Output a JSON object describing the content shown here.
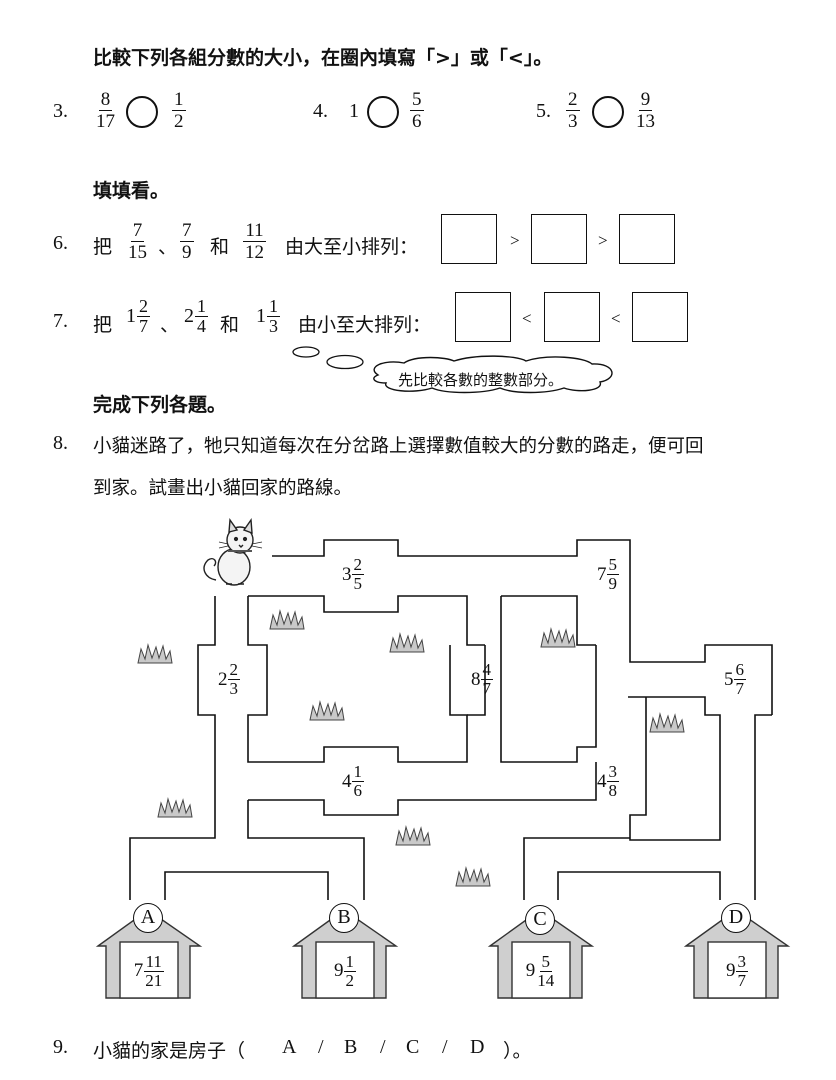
{
  "section1": {
    "title": "比較下列各組分數的大小，在圈內填寫「>」或「<」。",
    "q3": {
      "no": "3.",
      "left_num": "8",
      "left_den": "17",
      "right_num": "1",
      "right_den": "2"
    },
    "q4": {
      "no": "4.",
      "left": "1",
      "right_num": "5",
      "right_den": "6"
    },
    "q5": {
      "no": "5.",
      "left_num": "2",
      "left_den": "3",
      "right_num": "9",
      "right_den": "13"
    }
  },
  "section2": {
    "title": "填填看。",
    "q6": {
      "no": "6.",
      "ba": "把",
      "a_num": "7",
      "a_den": "15",
      "sep": "、",
      "b_num": "7",
      "b_den": "9",
      "and": "和",
      "c_num": "11",
      "c_den": "12",
      "text": "由大至小排列：",
      "op": ">"
    },
    "q7": {
      "no": "7.",
      "ba": "把",
      "a_whole": "1",
      "a_num": "2",
      "a_den": "7",
      "sep": "、",
      "b_whole": "2",
      "b_num": "1",
      "b_den": "4",
      "and": "和",
      "c_whole": "1",
      "c_num": "1",
      "c_den": "3",
      "text": "由小至大排列：",
      "op": "<"
    },
    "hint": "先比較各數的整數部分。"
  },
  "section3": {
    "title": "完成下列各題。",
    "q8": {
      "no": "8.",
      "line1": "小貓迷路了，牠只知道每次在分岔路上選擇數值較大的分數的路走，便可回",
      "line2": "到家。試畫出小貓回家的路線。"
    },
    "maze": {
      "n1": {
        "whole": "3",
        "num": "2",
        "den": "5"
      },
      "n2": {
        "whole": "7",
        "num": "5",
        "den": "9"
      },
      "n3": {
        "whole": "2",
        "num": "2",
        "den": "3"
      },
      "n4": {
        "whole": "8",
        "num": "4",
        "den": "7"
      },
      "n5": {
        "whole": "5",
        "num": "6",
        "den": "7"
      },
      "n6": {
        "whole": "4",
        "num": "1",
        "den": "6"
      },
      "n7": {
        "whole": "4",
        "num": "3",
        "den": "8"
      }
    },
    "houses": [
      {
        "letter": "A",
        "whole": "7",
        "num": "11",
        "den": "21"
      },
      {
        "letter": "B",
        "whole": "9",
        "num": "1",
        "den": "2"
      },
      {
        "letter": "C",
        "whole": "9",
        "num": "5",
        "den": "14"
      },
      {
        "letter": "D",
        "whole": "9",
        "num": "3",
        "den": "7"
      }
    ],
    "q9": {
      "no": "9.",
      "text": "小貓的家是房子（",
      "choices": [
        "A",
        "B",
        "C",
        "D"
      ],
      "slash": "/",
      "close": "）。"
    }
  }
}
